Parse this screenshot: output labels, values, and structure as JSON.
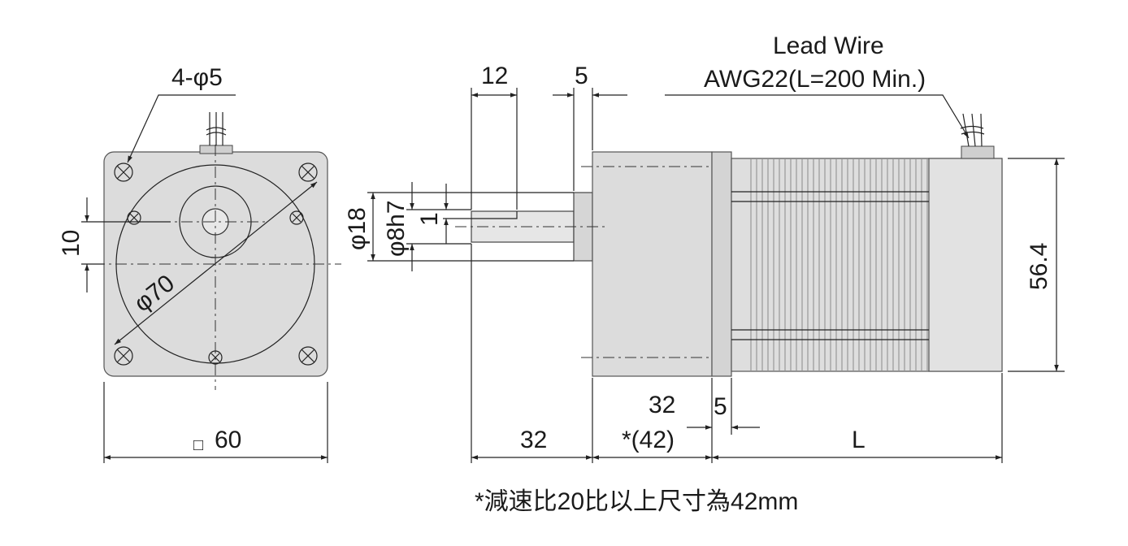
{
  "front_view": {
    "hole_callout": "4-φ5",
    "offset_dim": "10",
    "pcd_dim": "φ70",
    "square_symbol": "□",
    "width_dim": "60"
  },
  "side_view": {
    "keyway_len_dim": "12",
    "boss_len_dim": "5",
    "lead_wire_title": "Lead Wire",
    "lead_wire_spec": "AWG22(L=200 Min.)",
    "boss_dia_dim": "φ18",
    "shaft_dia_dim": "φ8h7",
    "flat_depth_dim": "1",
    "height_dim": "56.4",
    "shaft_len_dim": "32",
    "gear_len_dim": "32",
    "gear_len_alt_dim": "*(42)",
    "flange_dim": "5",
    "motor_len_dim": "L"
  },
  "footnote": "*減速比20比以上尺寸為42mm"
}
